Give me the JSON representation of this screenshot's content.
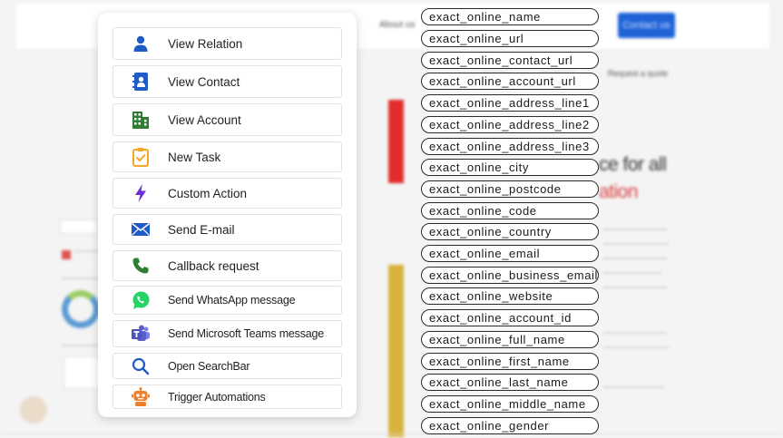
{
  "background": {
    "nav_about": "About us",
    "contact_button": "Contact us",
    "request_quote": "Request a quote",
    "headline_line1": "ce for all",
    "headline_line2": "ation"
  },
  "colors": {
    "person": "#1e5bc6",
    "contact": "#1e5bc6",
    "account": "#2e7d32",
    "task": "#f5a623",
    "action": "#6a2fd8",
    "email": "#1e5bc6",
    "phone": "#2e7d32",
    "whatsapp": "#25d366",
    "teams": "#5b5fc7",
    "search": "#1e5bc6",
    "robot": "#f07f2a"
  },
  "menu": {
    "items": [
      {
        "label": "View Relation",
        "icon": "person-icon"
      },
      {
        "label": "View Contact",
        "icon": "contact-book-icon"
      },
      {
        "label": "View Account",
        "icon": "building-icon"
      },
      {
        "label": "New Task",
        "icon": "clipboard-check-icon"
      },
      {
        "label": "Custom Action",
        "icon": "lightning-icon"
      },
      {
        "label": "Send E-mail",
        "icon": "envelope-icon"
      },
      {
        "label": "Callback request",
        "icon": "phone-icon"
      },
      {
        "label": "Send WhatsApp message",
        "icon": "whatsapp-icon"
      },
      {
        "label": "Send Microsoft Teams message",
        "icon": "teams-icon"
      },
      {
        "label": "Open SearchBar",
        "icon": "search-icon"
      },
      {
        "label": "Trigger Automations",
        "icon": "robot-icon"
      }
    ]
  },
  "fields": [
    "exact_online_name",
    "exact_online_url",
    "exact_online_contact_url",
    "exact_online_account_url",
    "exact_online_address_line1",
    "exact_online_address_line2",
    "exact_online_address_line3",
    "exact_online_city",
    "exact_online_postcode",
    "exact_online_code",
    "exact_online_country",
    "exact_online_email",
    "exact_online_business_email",
    "exact_online_website",
    "exact_online_account_id",
    "exact_online_full_name",
    "exact_online_first_name",
    "exact_online_last_name",
    "exact_online_middle_name",
    "exact_online_gender"
  ]
}
